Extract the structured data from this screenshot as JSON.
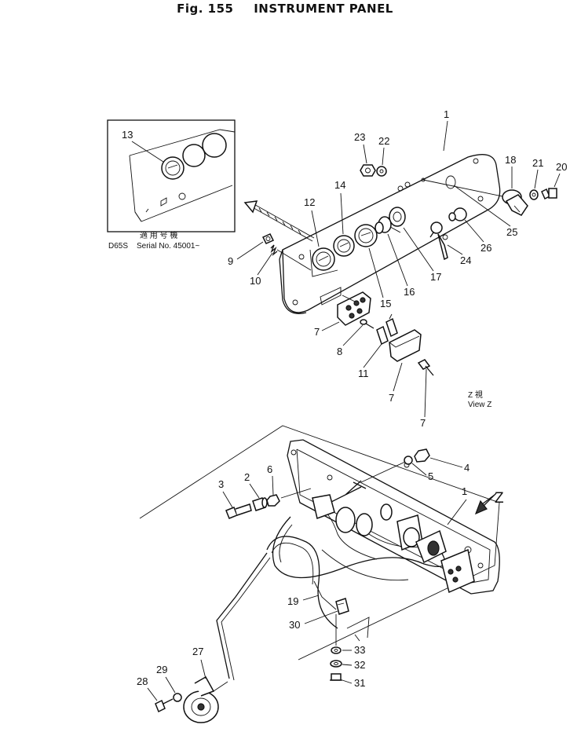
{
  "title": {
    "fig": "Fig. 155",
    "name": "INSTRUMENT PANEL"
  },
  "inset_note": {
    "jp": "適 用 号 機",
    "model": "D65S",
    "serial": "Serial No. 45001~"
  },
  "view_note": {
    "jp": "Z  視",
    "en": "View Z"
  },
  "view_arrow": "Z",
  "callouts": {
    "c1a": "1",
    "c13": "13",
    "c23": "23",
    "c22": "22",
    "c18": "18",
    "c21": "21",
    "c20": "20",
    "c14": "14",
    "c12": "12",
    "c25": "25",
    "c26": "26",
    "c24": "24",
    "c17": "17",
    "c16": "16",
    "c15": "15",
    "c9": "9",
    "c10": "10",
    "c7a": "7",
    "c8": "8",
    "c11": "11",
    "c7b": "7",
    "c7c": "7",
    "c4": "4",
    "c5": "5",
    "c3": "3",
    "c2": "2",
    "c6": "6",
    "c1b": "1",
    "c19": "19",
    "c30": "30",
    "c33": "33",
    "c32": "32",
    "c31": "31",
    "c27": "27",
    "c29": "29",
    "c28": "28"
  }
}
